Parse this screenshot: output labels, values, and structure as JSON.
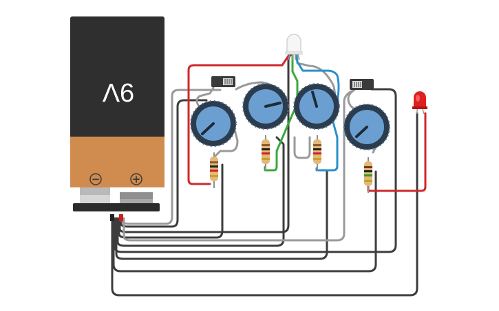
{
  "battery": {
    "label": "9V",
    "negative_symbol": "−",
    "positive_symbol": "+",
    "body_color": "#2f2f2f",
    "band_color": "#d08b4e"
  },
  "wire_colors": {
    "red": "#d0282a",
    "black": "#3c3c3c",
    "gray": "#9a9a9a",
    "green": "#3aa83a",
    "blue": "#2a8fcc"
  },
  "components": {
    "potentiometers": 4,
    "slide_switches": 2,
    "resistors": 4,
    "rgb_led": 1,
    "red_led": 1
  },
  "icons": [
    "battery-icon",
    "potentiometer-icon",
    "slide-switch-icon",
    "resistor-icon",
    "rgb-led-icon",
    "red-led-icon"
  ]
}
